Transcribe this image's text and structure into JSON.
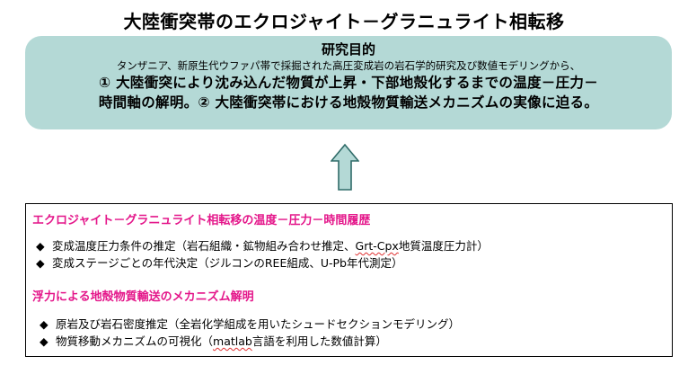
{
  "title": "大陸衝突帯のエクロジャイト－グラニュライト相転移",
  "purpose": {
    "heading": "研究目的",
    "intro": "タンザニア、新原生代ウファパ帯で採掘された高圧変成岩の岩石学的研究及び数値モデリングから、",
    "line1": "① 大陸衝突により沈み込んだ物質が上昇・下部地殻化するまでの温度－圧力－",
    "line2": "時間軸の解明。② 大陸衝突帯における地殻物質輸送メカニズムの実像に迫る。"
  },
  "sections": [
    {
      "heading": "エクロジャイト－グラニュライト相転移の温度－圧力－時間履歴",
      "bullets": [
        {
          "prefix": "変成温度圧力条件の推定（岩石組織・鉱物組み合わせ推定、",
          "mark": "Grt-Cpx",
          "suffix": "地質温度圧力計）"
        },
        {
          "prefix": "変成ステージごとの年代決定（ジルコンのREE組成、U-Pb年代測定）",
          "mark": "",
          "suffix": ""
        }
      ]
    },
    {
      "heading": "浮力による地殻物質輸送のメカニズム解明",
      "bullets": [
        {
          "prefix": "原岩及び岩石密度推定（全岩化学組成を用いたシュードセクションモデリング）",
          "mark": "",
          "suffix": ""
        },
        {
          "prefix": "物質移動メカニズムの可視化（",
          "mark": "matlab",
          "suffix": "言語を利用した数値計算）"
        }
      ]
    }
  ],
  "bullet_symbol": "◆",
  "colors": {
    "purpose_box_fill": "#b4d9d6",
    "section_heading": "#e4168a",
    "arrow_fill": "#b4d9d6",
    "arrow_stroke": "#2f6b68",
    "border": "#000000"
  }
}
